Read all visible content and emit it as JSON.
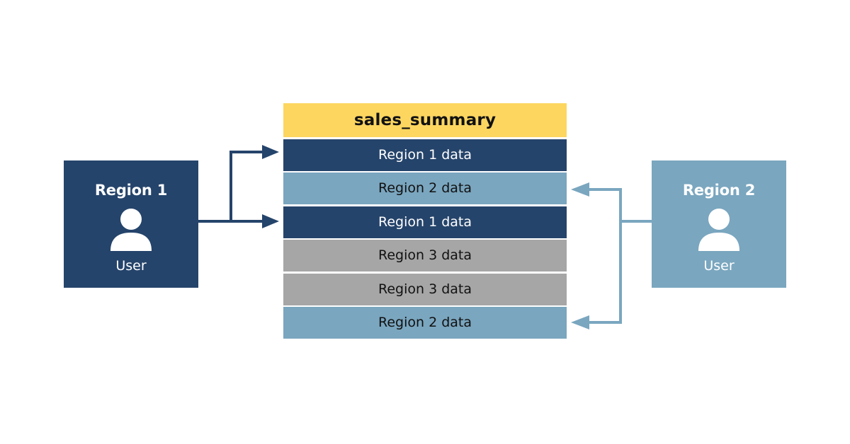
{
  "table": {
    "title": "sales_summary",
    "rows": [
      {
        "label": "Region 1 data",
        "region": 1
      },
      {
        "label": "Region 2 data",
        "region": 2
      },
      {
        "label": "Region 1 data",
        "region": 1
      },
      {
        "label": "Region 3 data",
        "region": 3
      },
      {
        "label": "Region 3 data",
        "region": 3
      },
      {
        "label": "Region 2 data",
        "region": 2
      }
    ]
  },
  "users": {
    "region1": {
      "title": "Region 1",
      "label": "User",
      "icon": "user-icon"
    },
    "region2": {
      "title": "Region 2",
      "label": "User",
      "icon": "user-icon"
    }
  },
  "colors": {
    "region1": "#25446b",
    "region2": "#7aa6bf",
    "region3": "#a6a6a6",
    "header": "#fdd660"
  }
}
